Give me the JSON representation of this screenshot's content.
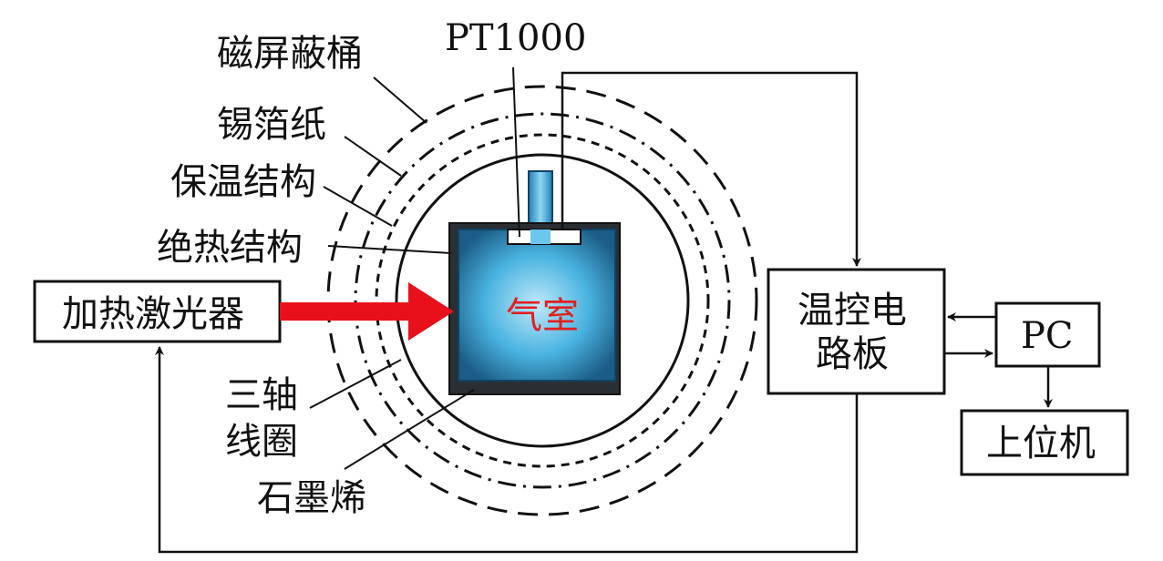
{
  "diagram": {
    "labels": {
      "magnetic_shield": "磁屏蔽桶",
      "tin_foil": "锡箔纸",
      "insulation": "保温结构",
      "thermal_isolation": "绝热结构",
      "pt1000": "PT1000",
      "coil_line1": "三轴",
      "coil_line2": "线圈",
      "graphene": "石墨烯"
    },
    "boxes": {
      "laser": "加热激光器",
      "temp_board_line1": "温控电",
      "temp_board_line2": "路板",
      "pc": "PC",
      "host": "上位机"
    },
    "chamber": "气室",
    "colors": {
      "arrow_red": "#e8101a",
      "chamber_blue": "#4ab3e0",
      "chamber_label": "#e02020"
    }
  }
}
